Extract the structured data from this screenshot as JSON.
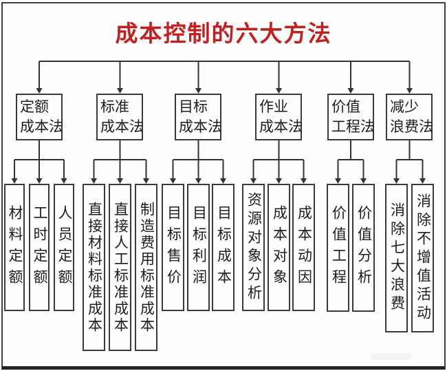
{
  "title": "成本控制的六大方法",
  "colors": {
    "title_red": "#c41f1f",
    "line": "#333333",
    "box_border": "#3a3a3a"
  },
  "methods": [
    {
      "name": "定额成本法",
      "line1": "定额",
      "line2": "成本法",
      "children": [
        "材料定额",
        "工时定额",
        "人员定额"
      ]
    },
    {
      "name": "标准成本法",
      "line1": "标准",
      "line2": "成本法",
      "children": [
        "直接材料标准成本",
        "直接人工标准成本",
        "制造费用标准成本"
      ]
    },
    {
      "name": "目标成本法",
      "line1": "目标",
      "line2": "成本法",
      "children": [
        "目标售价",
        "目标利润",
        "目标成本"
      ]
    },
    {
      "name": "作业成本法",
      "line1": "作业",
      "line2": "成本法",
      "children": [
        "资源对象分析",
        "成本对象",
        "成本动因"
      ]
    },
    {
      "name": "价值工程法",
      "line1": "价值",
      "line2": "工程法",
      "children": [
        "价值工程",
        "价值分析"
      ]
    },
    {
      "name": "减少浪费法",
      "line1": "减少",
      "line2": "浪费法",
      "children": [
        "消除七大浪费",
        "消除不增值活动"
      ]
    }
  ]
}
